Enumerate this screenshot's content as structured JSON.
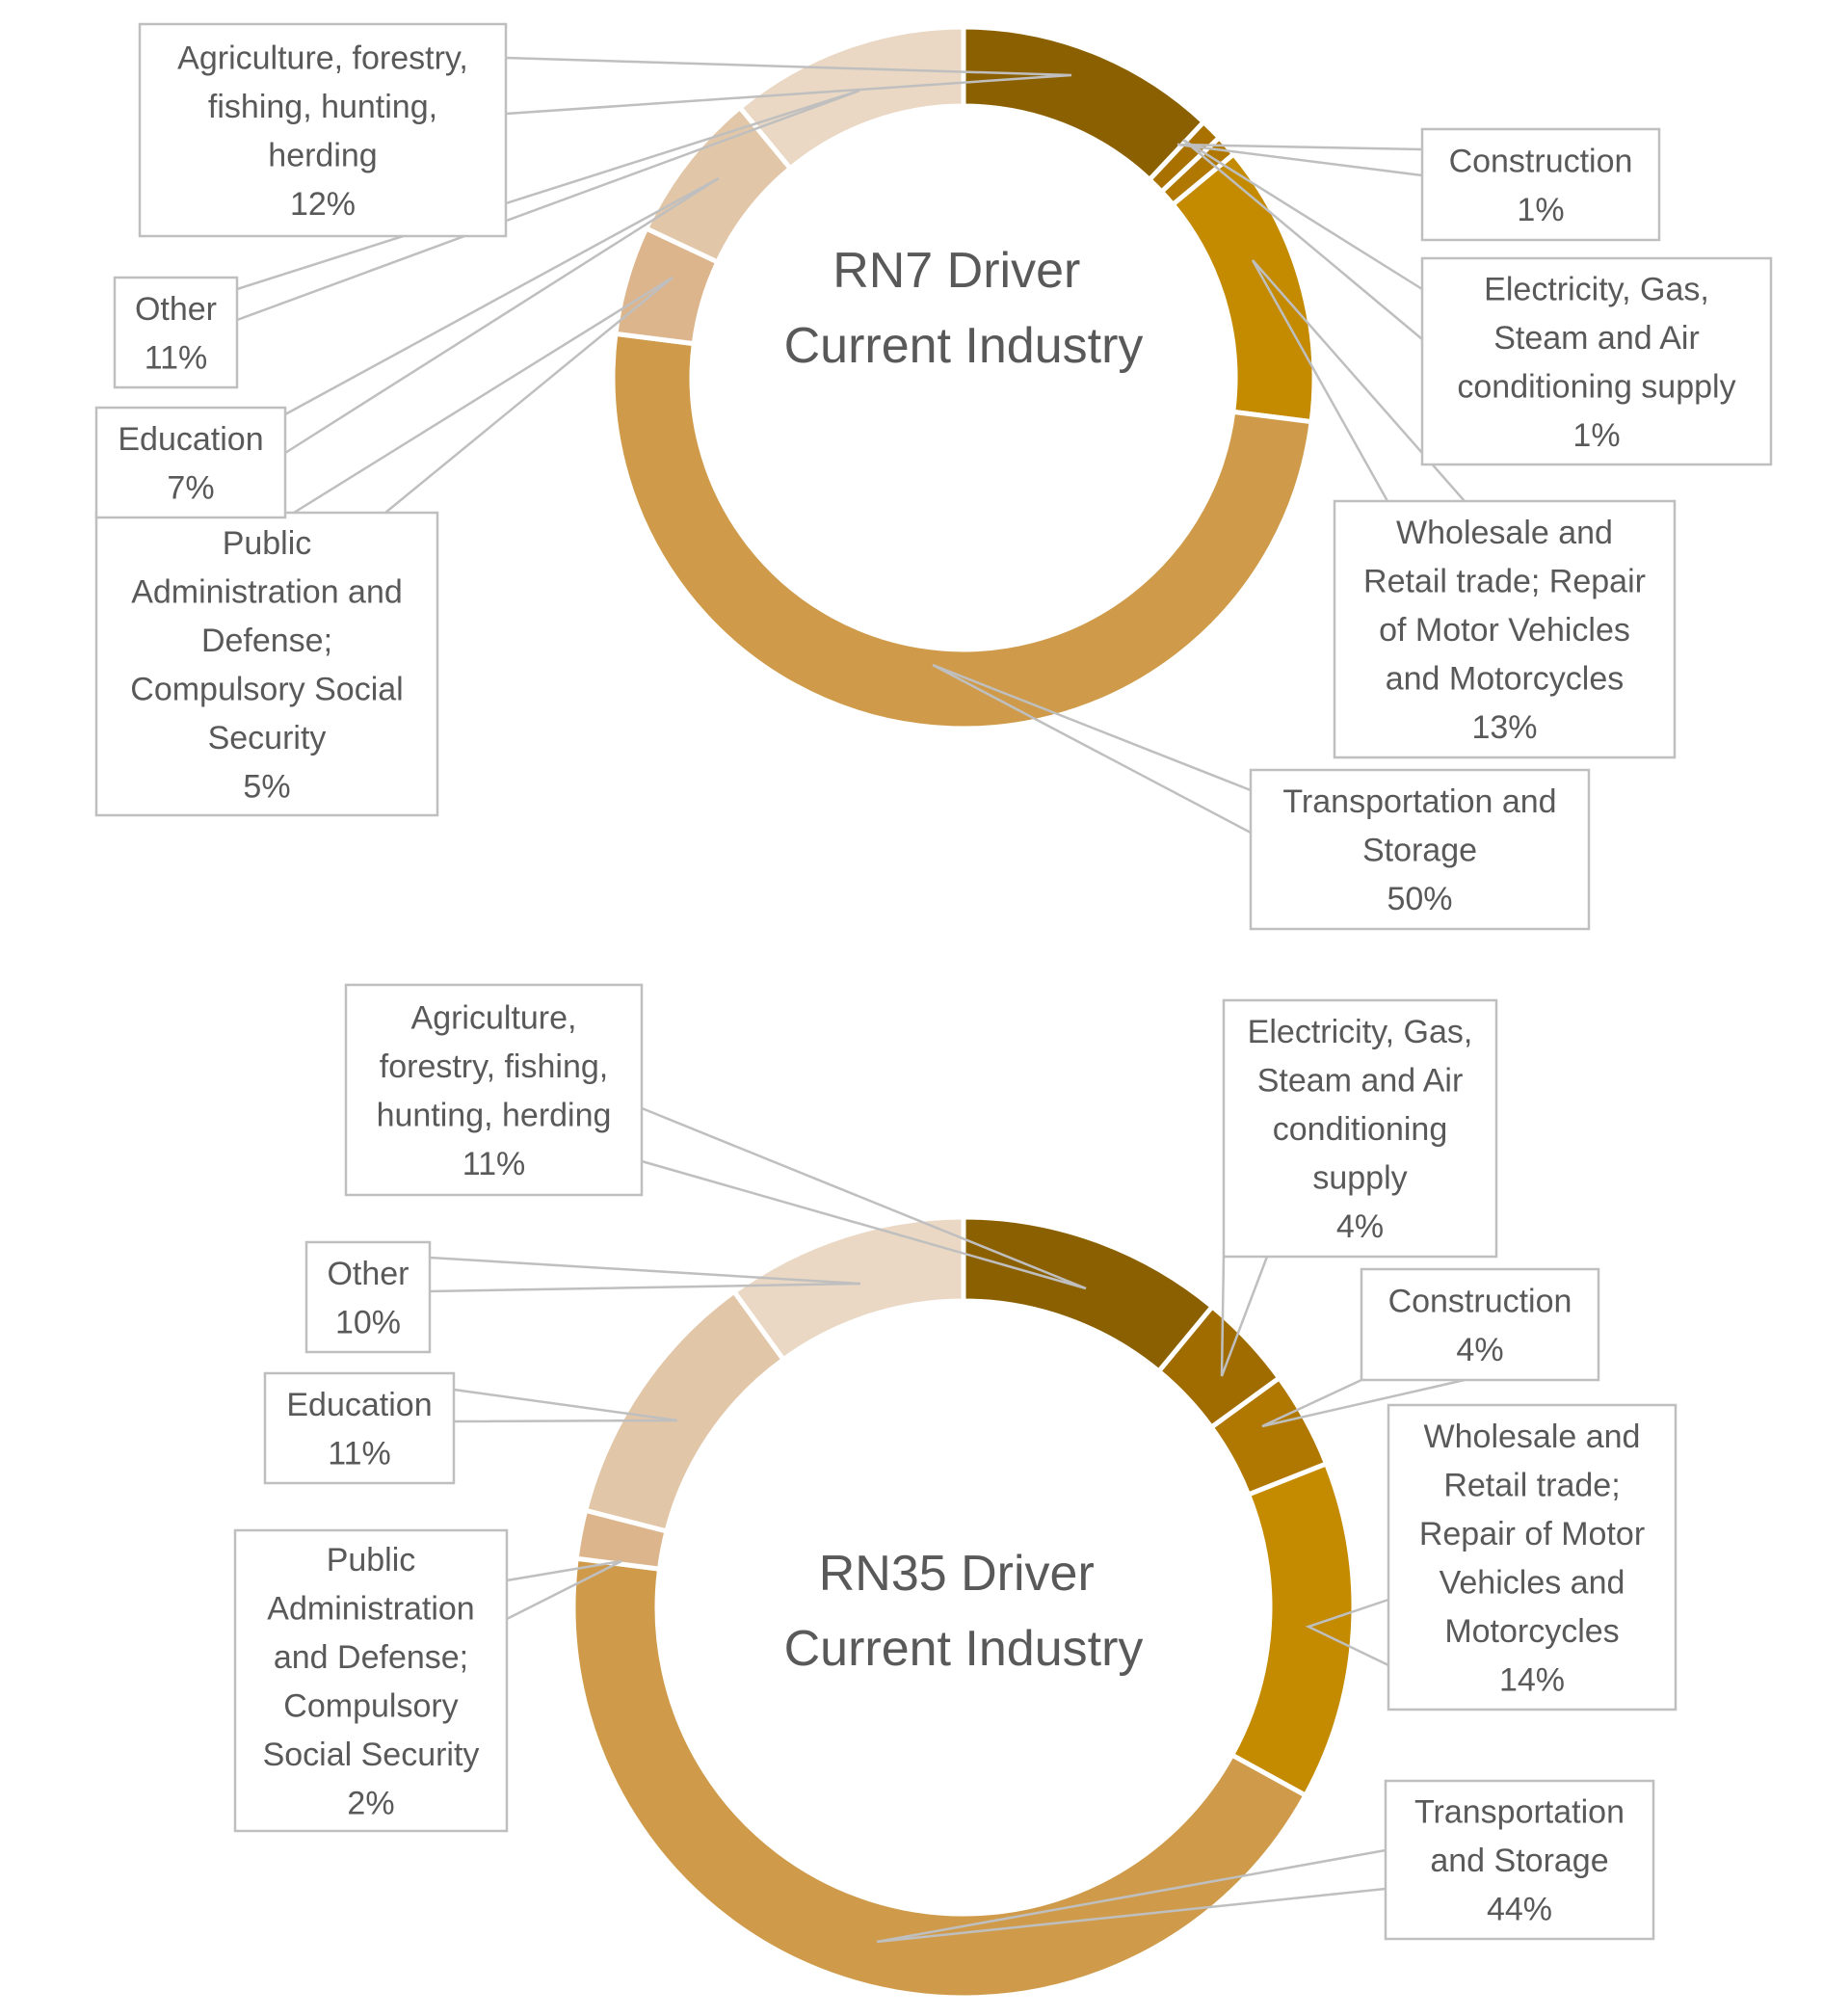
{
  "chart_data": [
    {
      "type": "pie",
      "title_lines": [
        "RN7 Driver",
        "Current Industry"
      ],
      "slices": [
        {
          "category": "Agriculture, forestry, fishing, hunting, herding",
          "label": "Agriculture, forestry,\nfishing, hunting,\nherding\n12%",
          "value": 12,
          "color": "#8B6000"
        },
        {
          "category": "Construction",
          "label": "Construction\n1%",
          "value": 1,
          "color": "#A97200"
        },
        {
          "category": "Electricity, Gas, Steam and Air conditioning supply",
          "label": "Electricity, Gas,\nSteam and Air\nconditioning supply\n1%",
          "value": 1,
          "color": "#B07800"
        },
        {
          "category": "Wholesale and Retail trade; Repair of Motor Vehicles and Motorcycles",
          "label": "Wholesale and\nRetail trade; Repair\nof Motor Vehicles\nand Motorcycles\n13%",
          "value": 13,
          "color": "#C48A00"
        },
        {
          "category": "Transportation and Storage",
          "label": "Transportation and\nStorage\n50%",
          "value": 50,
          "color": "#CF9B4B"
        },
        {
          "category": "Public Administration and Defense; Compulsory Social Security",
          "label": "Public\nAdministration and\nDefense;\nCompulsory Social\nSecurity\n5%",
          "value": 5,
          "color": "#DDB58C"
        },
        {
          "category": "Education",
          "label": "Education\n7%",
          "value": 7,
          "color": "#E2C6A8"
        },
        {
          "category": "Other",
          "label": "Other\n11%",
          "value": 11,
          "color": "#EAD8C4"
        }
      ]
    },
    {
      "type": "pie",
      "title_lines": [
        "RN35 Driver",
        "Current Industry"
      ],
      "slices": [
        {
          "category": "Agriculture, forestry, fishing, hunting, herding",
          "label": "Agriculture,\nforestry, fishing,\nhunting, herding\n11%",
          "value": 11,
          "color": "#8B6000"
        },
        {
          "category": "Electricity, Gas, Steam and Air conditioning supply",
          "label": "Electricity, Gas,\nSteam and Air\nconditioning\nsupply\n4%",
          "value": 4,
          "color": "#A06C00"
        },
        {
          "category": "Construction",
          "label": "Construction\n4%",
          "value": 4,
          "color": "#B07800"
        },
        {
          "category": "Wholesale and Retail trade; Repair of Motor Vehicles and Motorcycles",
          "label": "Wholesale and\nRetail trade;\nRepair of Motor\nVehicles and\nMotorcycles\n14%",
          "value": 14,
          "color": "#C48A00"
        },
        {
          "category": "Transportation and Storage",
          "label": "Transportation\nand Storage\n44%",
          "value": 44,
          "color": "#CF9B4B"
        },
        {
          "category": "Public Administration and Defense; Compulsory Social Security",
          "label": "Public\nAdministration\nand Defense;\nCompulsory\nSocial Security\n2%",
          "value": 2,
          "color": "#DDB58C"
        },
        {
          "category": "Education",
          "label": "Education\n11%",
          "value": 11,
          "color": "#E2C6A8"
        },
        {
          "category": "Other",
          "label": "Other\n10%",
          "value": 10,
          "color": "#EAD8C4"
        }
      ]
    }
  ]
}
